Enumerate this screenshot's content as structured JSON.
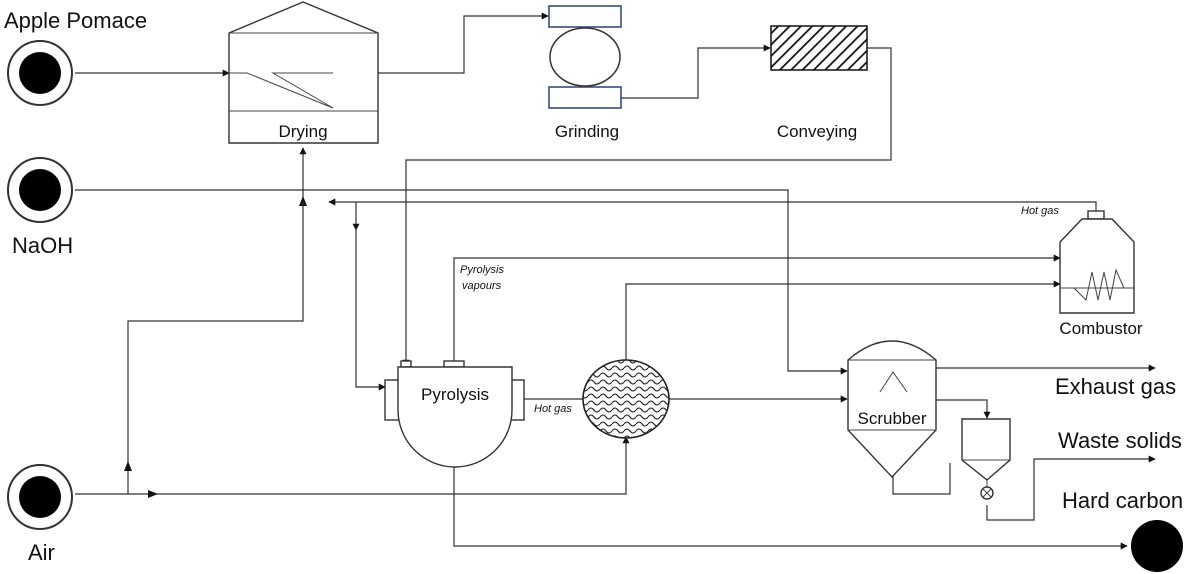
{
  "inputs": {
    "apple_pomace": "Apple Pomace",
    "naoh": "NaOH",
    "air": "Air"
  },
  "units": {
    "drying": "Drying",
    "grinding": "Grinding",
    "conveying": "Conveying",
    "pyrolysis": "Pyrolysis",
    "scrubber": "Scrubber",
    "combustor": "Combustor"
  },
  "streams": {
    "hot_gas_combustor": "Hot gas",
    "hot_gas_pyrolysis": "Hot gas",
    "pyrolysis_vapours_line1": "Pyrolysis",
    "pyrolysis_vapours_line2": "vapours"
  },
  "outputs": {
    "exhaust_gas": "Exhaust gas",
    "waste_solids": "Waste solids",
    "hard_carbon": "Hard carbon"
  }
}
